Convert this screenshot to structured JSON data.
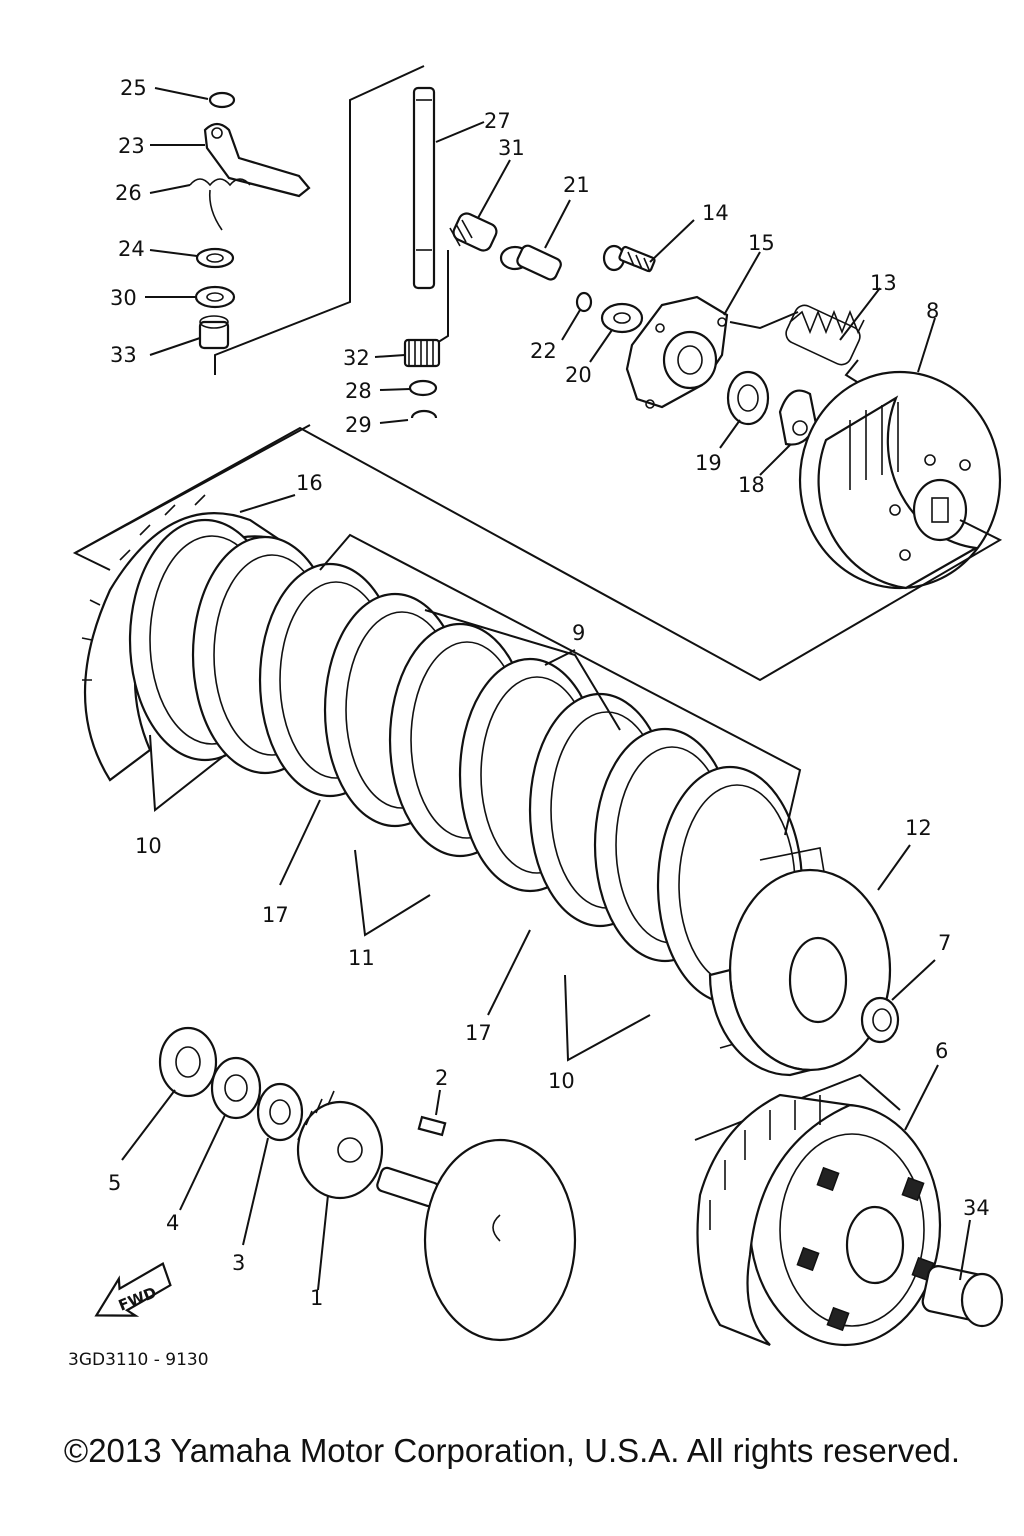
{
  "diagram": {
    "callouts": {
      "c1": "1",
      "c2": "2",
      "c3": "3",
      "c4": "4",
      "c5": "5",
      "c6": "6",
      "c7": "7",
      "c8": "8",
      "c9": "9",
      "c10": "10",
      "c11": "11",
      "c12": "12",
      "c13": "13",
      "c14": "14",
      "c15": "15",
      "c16": "16",
      "c17": "17",
      "c18": "18",
      "c19": "19",
      "c20": "20",
      "c21": "21",
      "c22": "22",
      "c23": "23",
      "c24": "24",
      "c25": "25",
      "c26": "26",
      "c27": "27",
      "c28": "28",
      "c29": "29",
      "c30": "30",
      "c31": "31",
      "c32": "32",
      "c33": "33",
      "c34": "34"
    },
    "fwd_label": "FWD",
    "drawing_code": "3GD3110 - 9130"
  },
  "footer": {
    "copyright": "©2013 Yamaha Motor Corporation, U.S.A. All rights reserved."
  }
}
